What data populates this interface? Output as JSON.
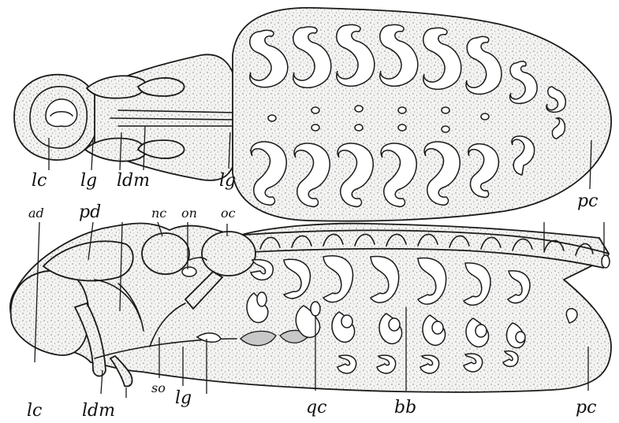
{
  "figure": {
    "upper_labels": {
      "lc": "lc",
      "lg_left": "lg",
      "ldm": "ldm",
      "lg_right": "lg",
      "pc": "pc"
    },
    "lower_labels": {
      "ad": "ad",
      "pd": "pd",
      "nc": "nc",
      "on": "on",
      "oc": "oc",
      "lc": "lc",
      "ldm": "ldm",
      "so": "so",
      "lg": "lg",
      "qc": "qc",
      "bb": "bb",
      "pc": "pc"
    },
    "ink_color": "#1a1a1a",
    "paper_color": "#ffffff"
  }
}
